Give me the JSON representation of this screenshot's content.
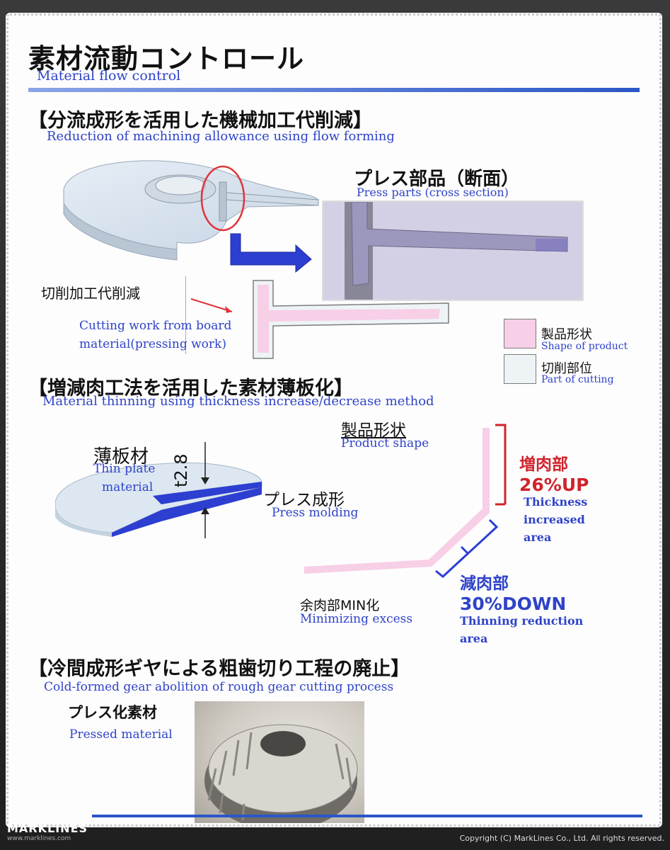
{
  "header": {
    "title_jp": "素材流動コントロール",
    "title_en": "Material flow control"
  },
  "section1": {
    "heading_jp": "【分流成形を活用した機械加工代削減】",
    "heading_en": "Reduction of machining allowance using flow forming",
    "press_parts_jp": "プレス部品（断面）",
    "press_parts_en": "Press parts (cross section)",
    "cutting_reduction_jp": "切削加工代削減",
    "cutting_work_en_1": "Cutting work from board",
    "cutting_work_en_2": "material(pressing work)",
    "legend": [
      {
        "jp": "製品形状",
        "en": "Shape of product",
        "color": "#f7cfe6"
      },
      {
        "jp": "切削部位",
        "en": "Part of cutting",
        "color": "#eef3f6"
      }
    ]
  },
  "section2": {
    "heading_jp": "【増減肉工法を活用した素材薄板化】",
    "heading_en": "Material thinning using thickness increase/decrease method",
    "thin_plate_jp": "薄板材",
    "thin_plate_en_1": "Thin plate",
    "thin_plate_en_2": "material",
    "thickness_label": "t2.8",
    "press_molding_jp": "プレス成形",
    "press_molding_en": "Press molding",
    "product_shape_jp": "製品形状",
    "product_shape_en": "Product shape",
    "increase_jp": "増肉部",
    "increase_pct": "26%UP",
    "increase_en_1": "Thickness",
    "increase_en_2": "increased",
    "increase_en_3": "area",
    "decrease_jp": "減肉部",
    "decrease_pct": "30%DOWN",
    "decrease_en_1": "Thinning reduction",
    "decrease_en_2": "area",
    "excess_jp": "余肉部MIN化",
    "excess_en": "Minimizing excess"
  },
  "section3": {
    "heading_jp": "【冷間成形ギヤによる粗歯切り工程の廃止】",
    "heading_en": "Cold-formed gear abolition of rough gear cutting process",
    "pressed_jp": "プレス化素材",
    "pressed_en": "Pressed material"
  },
  "footer": {
    "logo": "MARKLINES",
    "logo_url": "www.marklines.com",
    "copyright": "Copyright (C) MarkLines Co., Ltd. All rights reserved."
  },
  "colors": {
    "accent_blue": "#2f43c8",
    "accent_red": "#d1232b",
    "product_pink": "#f7cfe6"
  }
}
